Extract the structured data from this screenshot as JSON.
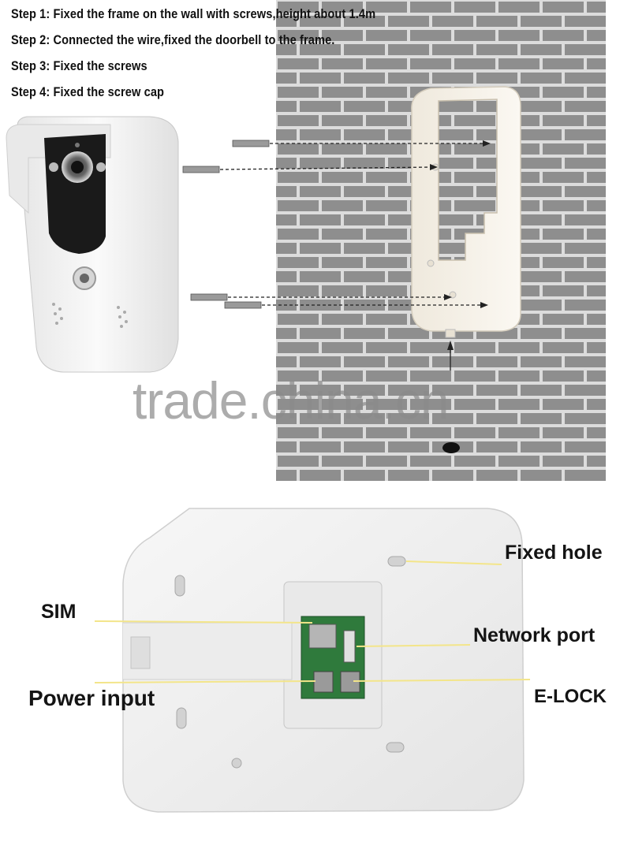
{
  "steps": [
    "Step 1: Fixed the frame on the wall with screws,height about 1.4m",
    "Step 2: Connected the wire,fixed the doorbell to the frame.",
    "Step 3: Fixed the screws",
    "Step 4: Fixed the screw cap"
  ],
  "watermark": "trade.china.cn",
  "callouts": {
    "fixed_hole": "Fixed hole",
    "sim": "SIM",
    "network_port": "Network port",
    "power_input": "Power input",
    "e_lock": "E-LOCK"
  },
  "colors": {
    "wall_mortar": "#dcdcdc",
    "wall_brick": "#8e8e8e",
    "device_white": "#f2f2f2",
    "camera_black": "#1a1a1a",
    "pcb_green": "#2f7a3c",
    "callout_line": "#f3e58a"
  }
}
